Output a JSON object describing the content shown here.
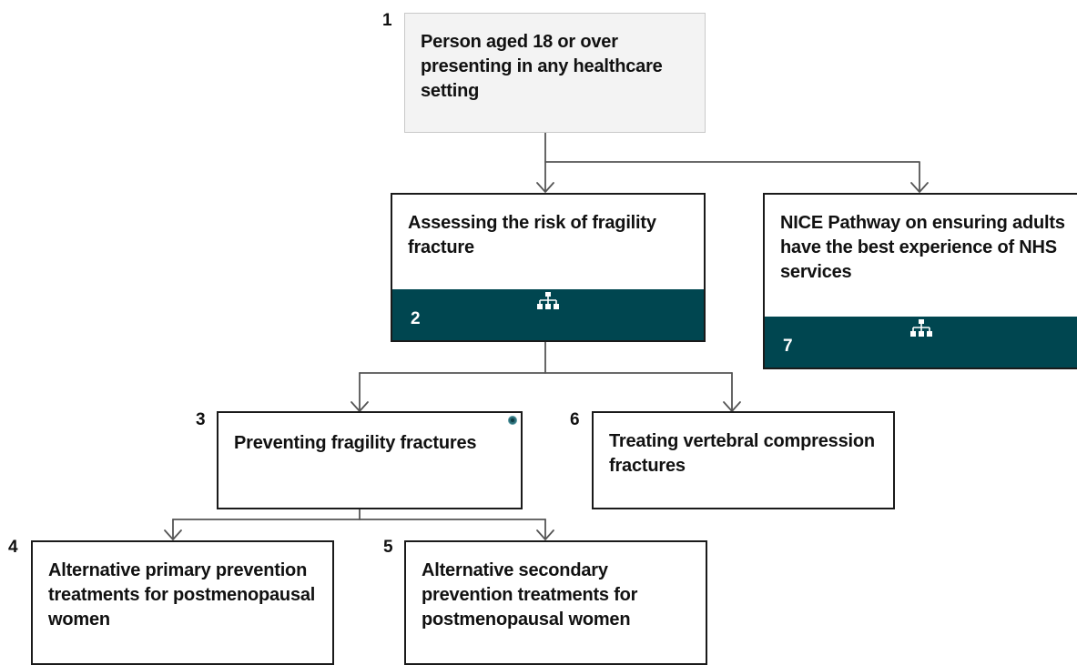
{
  "nodes": {
    "n1": {
      "number": "1",
      "text": "Person aged 18 or over presenting in any healthcare setting"
    },
    "n2": {
      "number": "2",
      "text": "Assessing the risk of fragility fracture",
      "icon": "sitemap-icon"
    },
    "n3": {
      "number": "3",
      "text": "Preventing fragility fractures",
      "icon": "info-dot-icon"
    },
    "n4": {
      "number": "4",
      "text": "Alternative primary prevention treatments for postmenopausal women"
    },
    "n5": {
      "number": "5",
      "text": "Alternative secondary prevention treatments for postmenopausal women"
    },
    "n6": {
      "number": "6",
      "text": "Treating vertebral compression fractures"
    },
    "n7": {
      "number": "7",
      "text": "NICE Pathway on ensuring adults have the best experience of NHS services",
      "icon": "sitemap-icon"
    }
  },
  "edges": [
    {
      "from": "1",
      "to": "2"
    },
    {
      "from": "1",
      "to": "7"
    },
    {
      "from": "2",
      "to": "3"
    },
    {
      "from": "2",
      "to": "6"
    },
    {
      "from": "3",
      "to": "4"
    },
    {
      "from": "3",
      "to": "5"
    }
  ],
  "colors": {
    "footer_background": "#004650",
    "footer_text": "#ffffff",
    "start_node_background": "#f3f3f3",
    "connector": "#555555",
    "node_border": "#1a1a1a"
  }
}
